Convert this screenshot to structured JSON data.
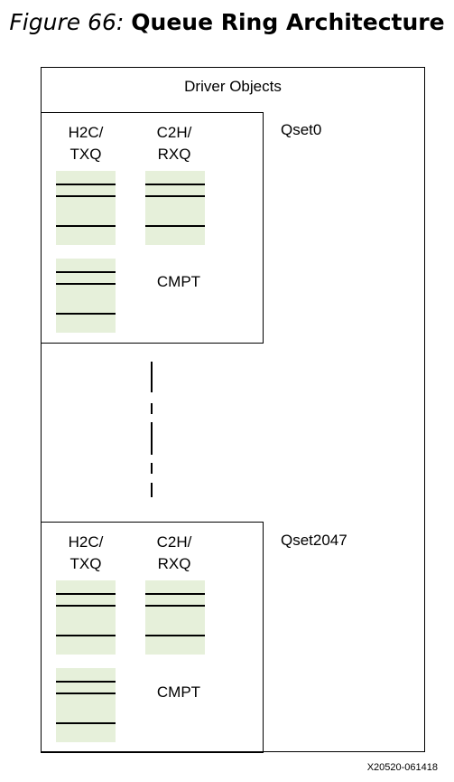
{
  "figure": {
    "number": "Figure 66:",
    "title": "Queue Ring Architecture"
  },
  "outer_box": {
    "label": "Driver Objects"
  },
  "qsets": [
    {
      "name": "Qset0",
      "h2c_label": [
        "H2C/",
        "TXQ"
      ],
      "c2h_label": [
        "C2H/",
        "RXQ"
      ],
      "cmpt_label": "CMPT"
    },
    {
      "name": "Qset2047",
      "h2c_label": [
        "H2C/",
        "TXQ"
      ],
      "c2h_label": [
        "C2H/",
        "RXQ"
      ],
      "cmpt_label": "CMPT"
    }
  ],
  "footer_id": "X20520-061418",
  "colors": {
    "ring_fill": "#e6f0da",
    "line": "#000000"
  }
}
